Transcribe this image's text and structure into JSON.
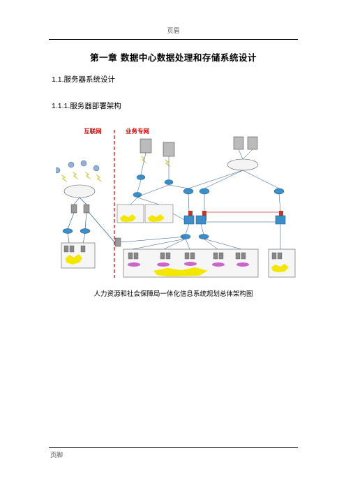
{
  "page": {
    "header": "页眉",
    "footer": "页脚"
  },
  "document": {
    "chapter_title": "第一章  数据中心数据处理和存储系统设计",
    "section_1": "1.1.服务器系统设计",
    "section_1_1": "1.1.1.服务器部署架构"
  },
  "figure": {
    "zone_internet": "互联网",
    "zone_business": "业务专网",
    "caption": "人力资源和社会保障局一体化信息系统规划总体架构图",
    "colors": {
      "zone_label": "#d40000",
      "divider": "#d40000",
      "router": "#3a8fc9",
      "firewall": "#c0392b",
      "link": "#1a4f8b",
      "highlight": "#f3e600",
      "storage": "#cc66cc"
    }
  }
}
